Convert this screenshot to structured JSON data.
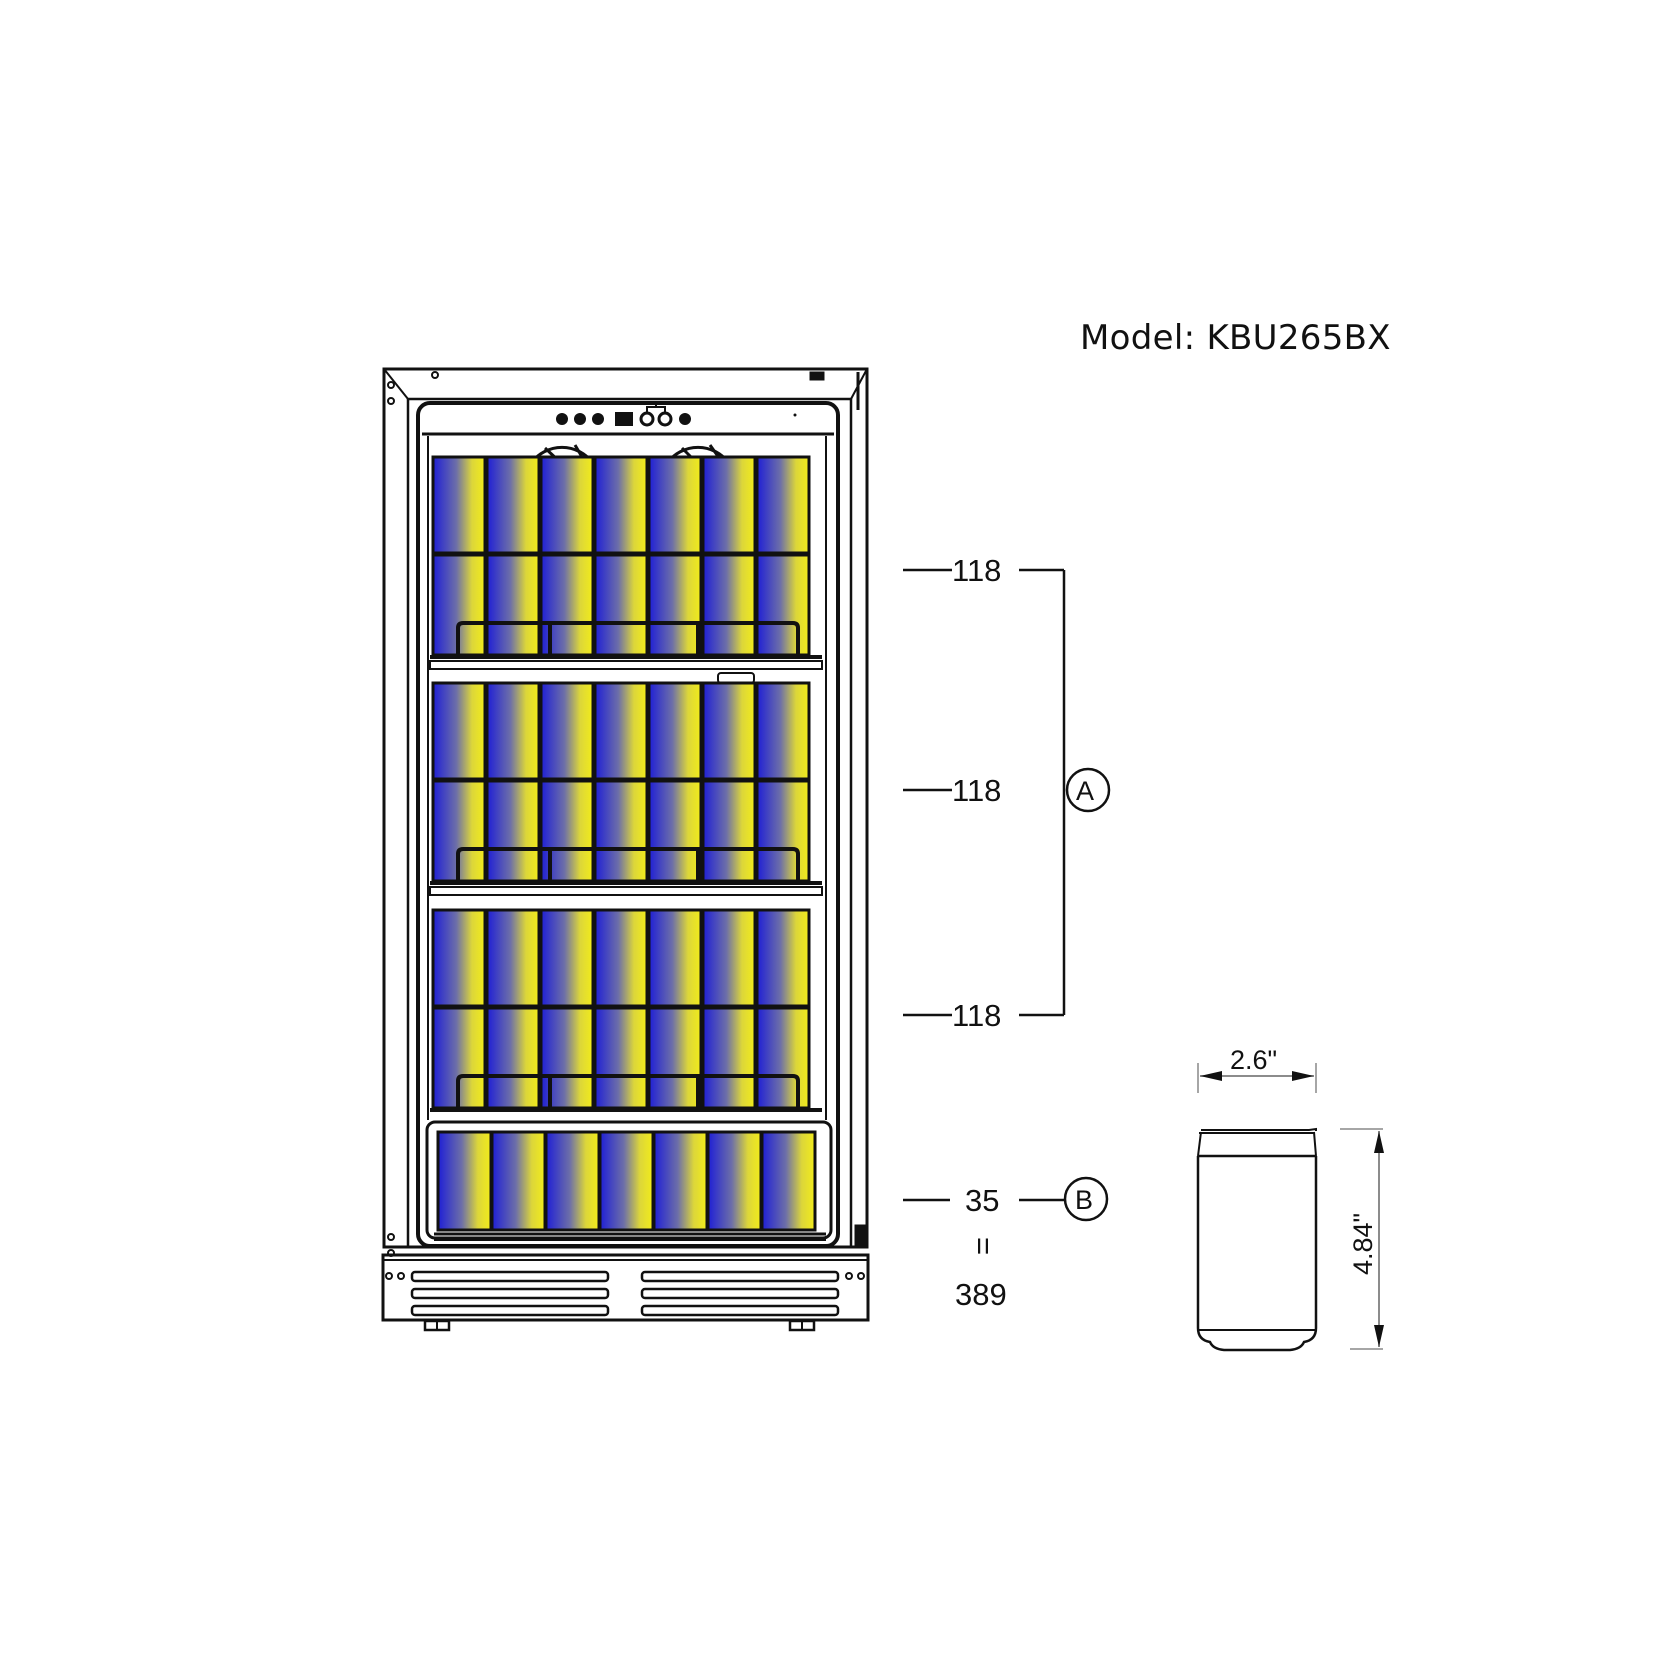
{
  "title": "Model: KBU265BX",
  "fridge": {
    "shelf_groups": [
      {
        "label": "118",
        "rows": 2,
        "cans_per_row": 7
      },
      {
        "label": "118",
        "rows": 2,
        "cans_per_row": 7
      },
      {
        "label": "118",
        "rows": 2,
        "cans_per_row": 7
      }
    ],
    "drawer": {
      "label": "35",
      "rows": 1,
      "cans_per_row": 7
    },
    "total_equals": "=",
    "total": "389",
    "callouts": {
      "a": "A",
      "b": "B"
    },
    "can_colors": {
      "start": "#1f1fd6",
      "end": "#f2ec1a"
    }
  },
  "can_diagram": {
    "width_label": "2.6\"",
    "height_label": "4.84\""
  }
}
